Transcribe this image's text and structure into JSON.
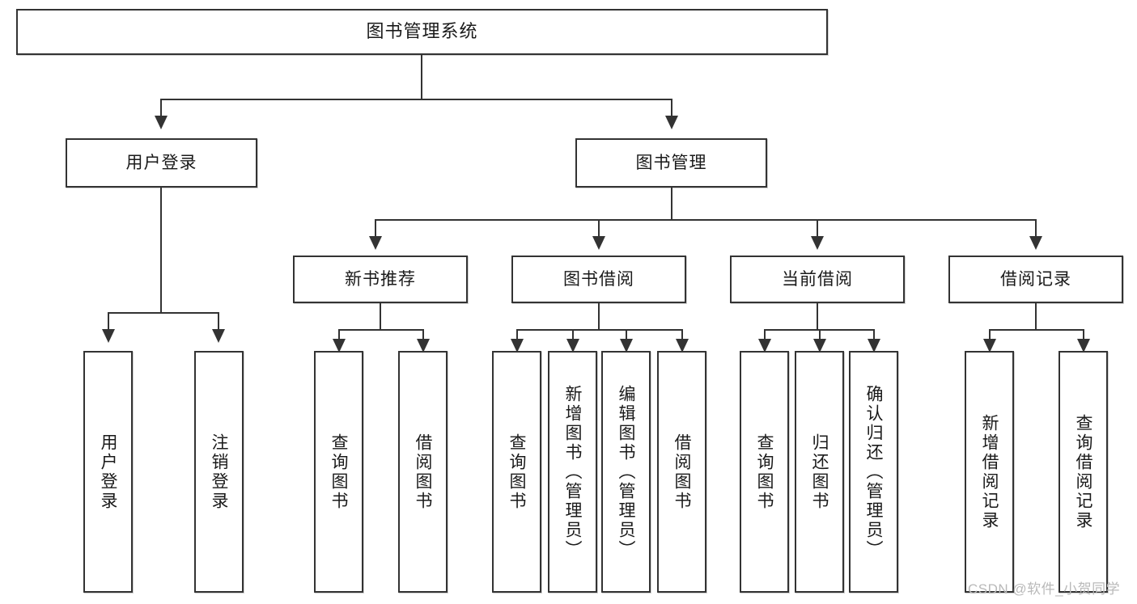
{
  "diagram": {
    "type": "tree-hierarchy-diagram",
    "title": "图书管理系统",
    "colors": {
      "box_border": "#333333",
      "box_fill": "#ffffff",
      "connector": "#333333",
      "text": "#1a1a1a",
      "watermark": "#b9b9b9",
      "background": "#ffffff"
    },
    "root": {
      "label": "图书管理系统"
    },
    "level2": [
      {
        "id": "user-login",
        "label": "用户登录"
      },
      {
        "id": "book-management",
        "label": "图书管理"
      }
    ],
    "level3": [
      {
        "id": "new-book-recommend",
        "label": "新书推荐"
      },
      {
        "id": "book-borrow",
        "label": "图书借阅"
      },
      {
        "id": "current-borrow",
        "label": "当前借阅"
      },
      {
        "id": "borrow-record",
        "label": "借阅记录"
      }
    ],
    "leaves": {
      "user_login": [
        {
          "id": "leaf-user-login",
          "label": "用户登录"
        },
        {
          "id": "leaf-logout-login",
          "label": "注销登录"
        }
      ],
      "new_book_recommend": [
        {
          "id": "leaf-query-book-1",
          "label": "查询图书"
        },
        {
          "id": "leaf-borrow-book-1",
          "label": "借阅图书"
        }
      ],
      "book_borrow": [
        {
          "id": "leaf-query-book-2",
          "label": "查询图书"
        },
        {
          "id": "leaf-add-book",
          "label": "新增图书（管理员）"
        },
        {
          "id": "leaf-edit-book",
          "label": "编辑图书（管理员）"
        },
        {
          "id": "leaf-borrow-book-2",
          "label": "借阅图书"
        }
      ],
      "current_borrow": [
        {
          "id": "leaf-query-book-3",
          "label": "查询图书"
        },
        {
          "id": "leaf-return-book",
          "label": "归还图书"
        },
        {
          "id": "leaf-confirm-return",
          "label": "确认归还（管理员）"
        }
      ],
      "borrow_record": [
        {
          "id": "leaf-add-record",
          "label": "新增借阅记录"
        },
        {
          "id": "leaf-query-record",
          "label": "查询借阅记录"
        }
      ]
    }
  },
  "watermark": {
    "text": "CSDN @软件_小贺同学"
  }
}
